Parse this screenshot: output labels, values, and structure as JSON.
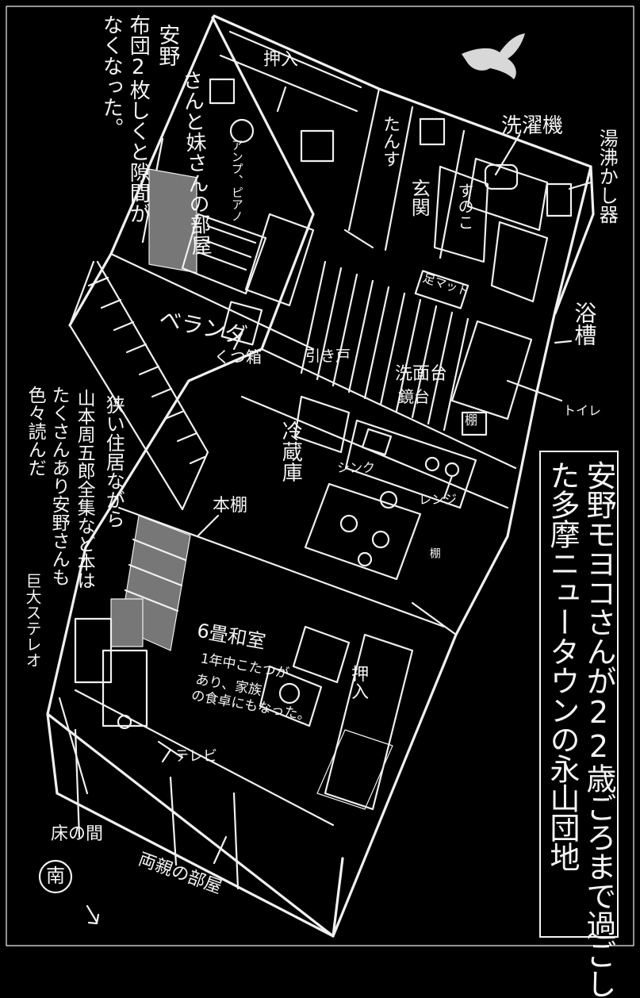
{
  "title": {
    "line1": "安野モヨコさんが22歳ごろまで過ごし",
    "line2": "た多摩ニュータウンの永山団地"
  },
  "labels": {
    "oshiire_top": "押入",
    "sister_room_note_col1": "安野",
    "sister_room_note_col2": "布団2枚しくと隙間が",
    "sister_room_note_col3": "なくなった。",
    "sister_room_note_inline": "さんと妹さんの部屋",
    "amp": "アンプ、ピアノ",
    "tansu": "たんす",
    "genkan": "玄関",
    "sunoko": "すのこ",
    "sentakuki": "洗濯機",
    "yuwakashiki": "湯沸かし器",
    "ashi_mat": "足マット",
    "yokuso": "浴槽",
    "toilet": "トイレ",
    "veranda": "ベランダ",
    "kutsubako": "くつ箱",
    "hikido": "引き戸",
    "senmendai": "洗面台",
    "kyodai": "鏡台",
    "tana": "棚",
    "reizoko": "冷蔵庫",
    "sink": "シンク",
    "range": "レンジ",
    "tana2": "棚",
    "hondana": "本棚",
    "books_note_col1": "狭い住居ながら",
    "books_note_col2": "山本周五郎全集など本は",
    "books_note_col3": "たくさんあり安野さんも",
    "books_note_col4": "色々読んだ",
    "stereo": "巨大ステレオ",
    "washitsu": "6畳和室",
    "kotatsu_note_l1": "1年中こたつが",
    "kotatsu_note_l2": "あり、家族",
    "kotatsu_note_l3": "の食卓にもなった。",
    "oshiire_bottom": "押入",
    "tv": "テレビ",
    "tokonoma": "床の間",
    "ryoshin": "両親の部屋",
    "south": "南"
  },
  "icons": {
    "bird": "bird-icon",
    "compass": "south-compass-icon",
    "arrow": "arrow-down-right-icon"
  },
  "colors": {
    "background": "#000000",
    "ink": "#f2f2f2"
  }
}
